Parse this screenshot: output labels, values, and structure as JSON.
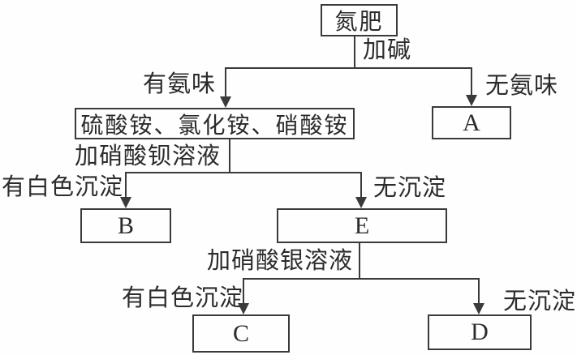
{
  "flowchart": {
    "nodes": {
      "root": "氮肥",
      "ammonium_group": "硫酸铵、氯化铵、硝酸铵",
      "a": "A",
      "b": "B",
      "c": "C",
      "d": "D",
      "e": "E"
    },
    "labels": {
      "add_alkali": "加碱",
      "has_ammonia_smell": "有氨味",
      "no_ammonia_smell": "无氨味",
      "add_barium_nitrate": "加硝酸钡溶液",
      "white_precipitate_1": "有白色沉淀",
      "no_precipitate_1": "无沉淀",
      "add_silver_nitrate": "加硝酸银溶液",
      "white_precipitate_2": "有白色沉淀",
      "no_precipitate_2": "无沉淀"
    },
    "colors": {
      "line": "#3a3a3a",
      "background": "#fefefe",
      "text": "#2b2b2b"
    }
  }
}
